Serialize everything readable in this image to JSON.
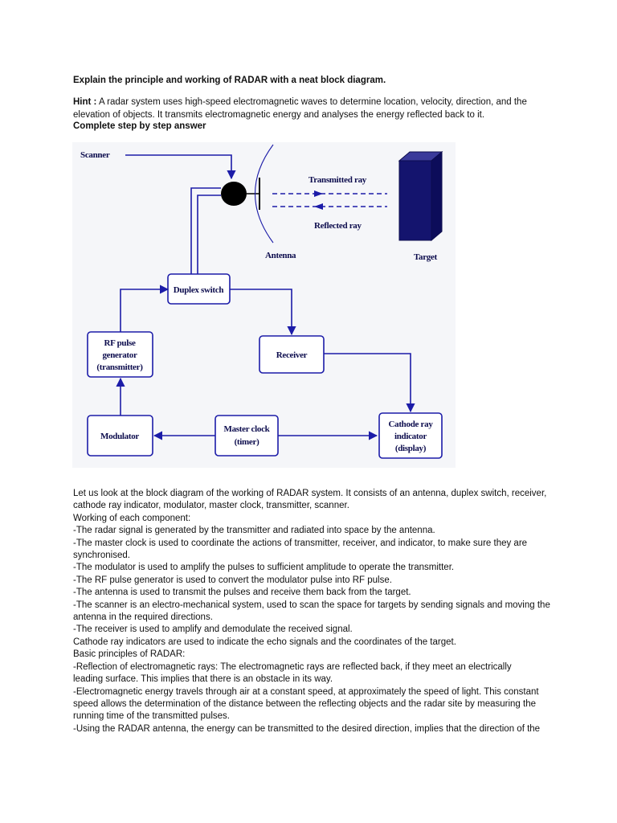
{
  "question": "Explain the principle and working of RADAR with a neat block diagram.",
  "hint_label": "Hint :",
  "hint_text": " A radar system uses high-speed electromagnetic waves to determine location, velocity, direction, and the elevation of objects. It transmits electromagnetic energy and analyses the energy reflected back to it.",
  "complete_label": "Complete step by step answer",
  "diagram": {
    "scanner": "Scanner",
    "transmitted_ray": "Transmitted ray",
    "reflected_ray": "Reflected ray",
    "antenna": "Antenna",
    "target": "Target",
    "duplex_switch": "Duplex switch",
    "rf_pulse_1": "RF pulse",
    "rf_pulse_2": "generator",
    "rf_pulse_3": "(transmitter)",
    "receiver": "Receiver",
    "modulator": "Modulator",
    "master_clock_1": "Master clock",
    "master_clock_2": "(timer)",
    "cathode_1": "Cathode ray",
    "cathode_2": "indicator",
    "cathode_3": "(display)",
    "colors": {
      "line": "#1c1ca8",
      "target_fill": "#14146e",
      "antenna_dish": "#000000"
    }
  },
  "body_lines": [
    "Let us look at the block diagram of the working of RADAR system. It consists of an antenna, duplex switch, receiver,",
    "cathode ray indicator, modulator, master clock, transmitter, scanner.",
    "Working of each component:",
    "-The radar signal is generated by the transmitter and radiated into space by the antenna.",
    "-The master clock is used to coordinate the actions of transmitter, receiver, and indicator, to make sure they are",
    "synchronised.",
    "-The modulator is used to amplify the pulses to sufficient amplitude to operate the transmitter.",
    "-The RF pulse generator is used to convert the modulator pulse into RF pulse.",
    "-The antenna is used to transmit the pulses and receive them back from the target.",
    "-The scanner is an electro-mechanical system, used to scan the space for targets by sending signals and moving the",
    "antenna in the required directions.",
    "-The receiver is used to amplify and demodulate the received signal.",
    "Cathode ray indicators are used to indicate the echo signals and the coordinates of the target.",
    "Basic principles of RADAR:",
    "-Reflection of electromagnetic rays: The electromagnetic rays are reflected back, if they meet an electrically",
    "leading surface. This implies that there is an obstacle in its way.",
    "-Electromagnetic energy travels through air at a constant speed, at approximately the speed of light. This constant",
    "speed allows the determination of the distance between the reflecting objects and the radar site by measuring the",
    "running time of the transmitted pulses.",
    "-Using the RADAR antenna, the energy can be transmitted to the desired direction, implies that the direction of the"
  ]
}
